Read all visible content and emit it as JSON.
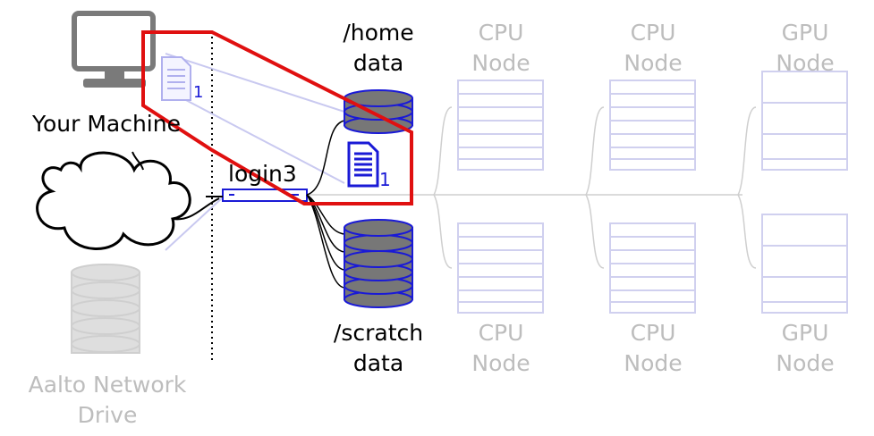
{
  "labels": {
    "your_machine": "Your Machine",
    "login_node": "login3",
    "home": [
      "/home",
      "data"
    ],
    "scratch": [
      "/scratch",
      "data"
    ],
    "network_drive": [
      "Aalto Network",
      "Drive"
    ],
    "cpu_node": [
      "CPU",
      "Node"
    ],
    "gpu_node": [
      "GPU",
      "Node"
    ],
    "file_index": "1"
  },
  "colors": {
    "text": "#000000",
    "faint": "#bdbdbd",
    "file_blue": "#1a1ad6",
    "highlight_red": "#e01010",
    "disk_fill": "#777777",
    "disk_stroke": "#1a1ad6",
    "node_outline": "#c9c9f0",
    "computer": "#7a7a7a"
  },
  "icons": {
    "computer": "desktop-computer-icon",
    "file": "document-icon",
    "cloud": "cloud-icon",
    "disk": "database-icon",
    "server": "server-rack-icon"
  }
}
